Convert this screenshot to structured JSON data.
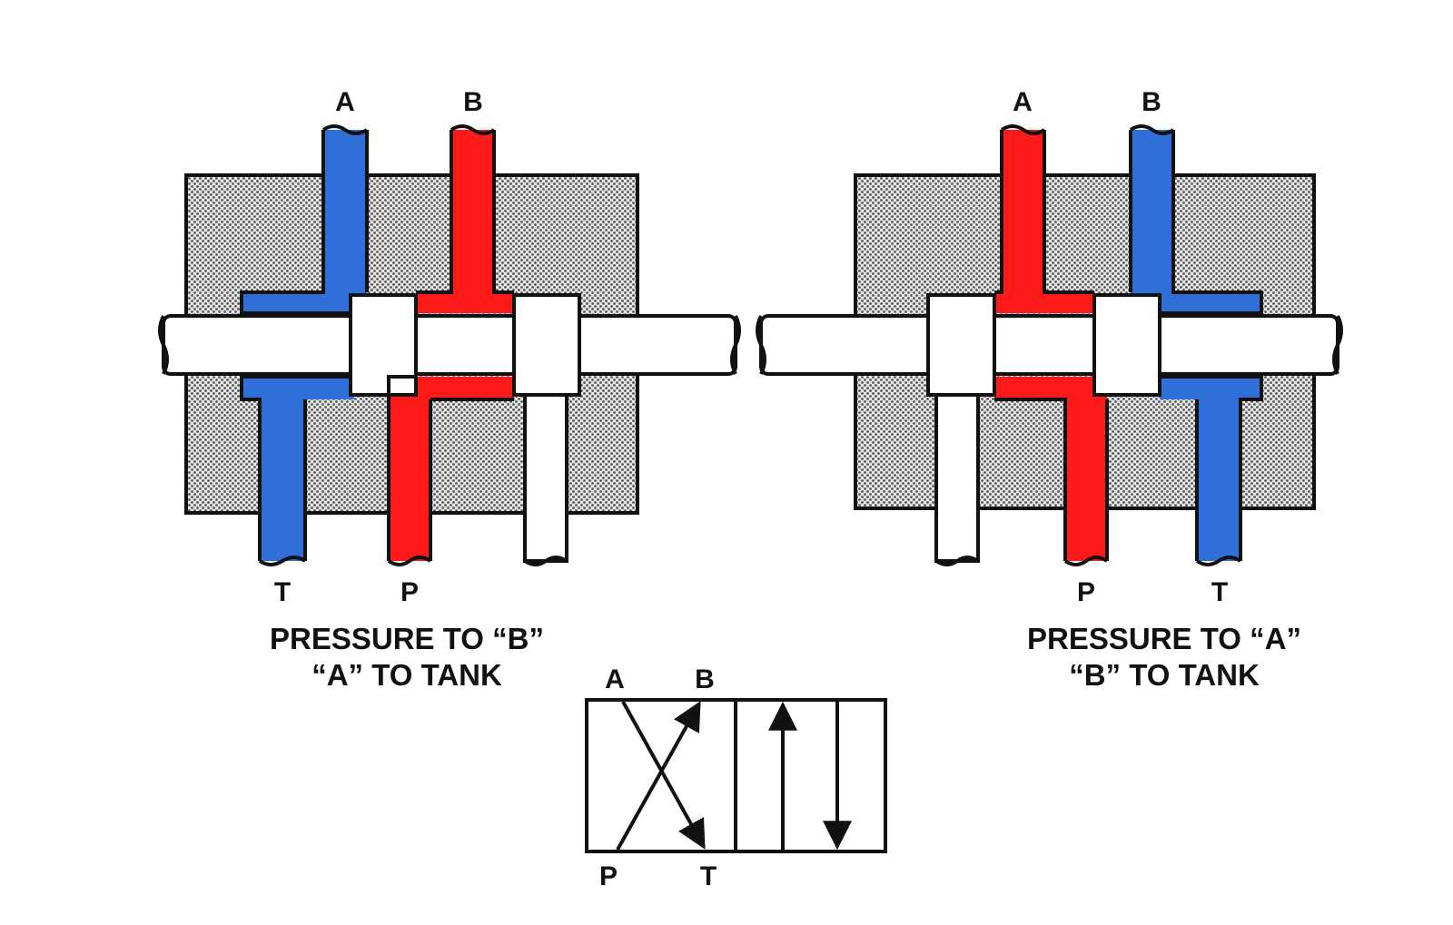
{
  "colors": {
    "pressure": "#ff1a1a",
    "tank": "#2f6fd8",
    "body_fill": "#c9c9c9",
    "outline": "#111111",
    "background": "#ffffff"
  },
  "left_valve": {
    "port_a": "A",
    "port_b": "B",
    "port_t": "T",
    "port_p": "P",
    "caption_line1": "PRESSURE TO “B”",
    "caption_line2": "“A” TO TANK"
  },
  "right_valve": {
    "port_a": "A",
    "port_b": "B",
    "port_p": "P",
    "port_t": "T",
    "caption_line1": "PRESSURE TO “A”",
    "caption_line2": "“B” TO TANK"
  },
  "symbol": {
    "port_a": "A",
    "port_b": "B",
    "port_p": "P",
    "port_t": "T"
  }
}
